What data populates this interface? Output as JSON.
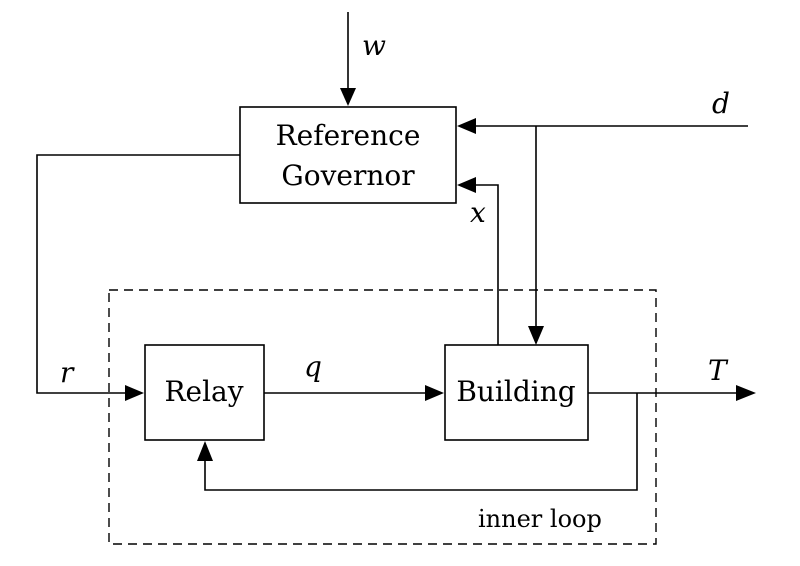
{
  "blocks": {
    "reference_governor": {
      "line1": "Reference",
      "line2": "Governor"
    },
    "relay": {
      "label": "Relay"
    },
    "building": {
      "label": "Building"
    }
  },
  "signals": {
    "w": "w",
    "d": "d",
    "x": "x",
    "r": "r",
    "q": "q",
    "T": "T"
  },
  "regions": {
    "inner_loop": "inner loop"
  }
}
